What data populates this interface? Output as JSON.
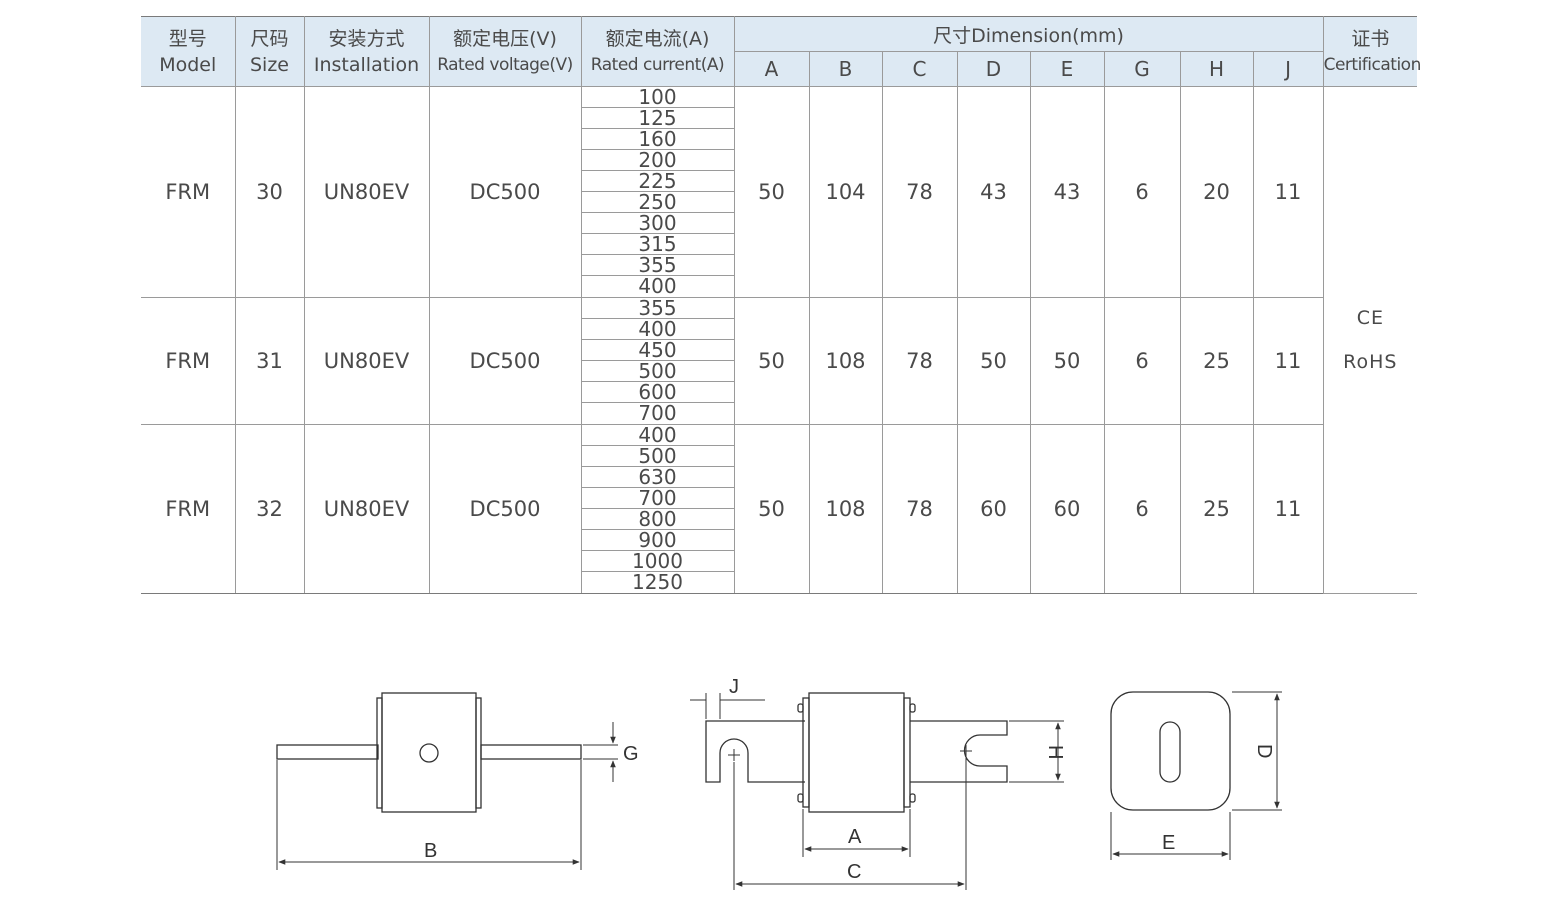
{
  "headers": {
    "model": {
      "cn": "型号",
      "en": "Model"
    },
    "size": {
      "cn": "尺码",
      "en": "Size"
    },
    "installation": {
      "cn": "安装方式",
      "en": "Installation"
    },
    "rated_voltage": {
      "cn": "额定电压(V)",
      "en": "Rated voltage(V)"
    },
    "rated_current": {
      "cn": "额定电流(A)",
      "en": "Rated current(A)"
    },
    "dimension": "尺寸Dimension(mm)",
    "dimension_cols": [
      "A",
      "B",
      "C",
      "D",
      "E",
      "G",
      "H",
      "J"
    ],
    "certification": {
      "cn": "证书",
      "en": "Certification"
    }
  },
  "rows": [
    {
      "model": "FRM",
      "size": "30",
      "installation": "UN80EV",
      "voltage": "DC500",
      "currents": [
        "100",
        "125",
        "160",
        "200",
        "225",
        "250",
        "300",
        "315",
        "355",
        "400"
      ],
      "dims": [
        "50",
        "104",
        "78",
        "43",
        "43",
        "6",
        "20",
        "11"
      ]
    },
    {
      "model": "FRM",
      "size": "31",
      "installation": "UN80EV",
      "voltage": "DC500",
      "currents": [
        "355",
        "400",
        "450",
        "500",
        "600",
        "700"
      ],
      "dims": [
        "50",
        "108",
        "78",
        "50",
        "50",
        "6",
        "25",
        "11"
      ]
    },
    {
      "model": "FRM",
      "size": "32",
      "installation": "UN80EV",
      "voltage": "DC500",
      "currents": [
        "400",
        "500",
        "630",
        "700",
        "800",
        "900",
        "1000",
        "1250"
      ],
      "dims": [
        "50",
        "108",
        "78",
        "60",
        "60",
        "6",
        "25",
        "11"
      ]
    }
  ],
  "certification": [
    "CE",
    "RoHS"
  ],
  "drawing_labels": {
    "top_view": {
      "b": "B",
      "g": "G"
    },
    "side_view": {
      "j": "J",
      "a": "A",
      "c": "C",
      "h": "H"
    },
    "end_view": {
      "d": "D",
      "e": "E"
    }
  }
}
